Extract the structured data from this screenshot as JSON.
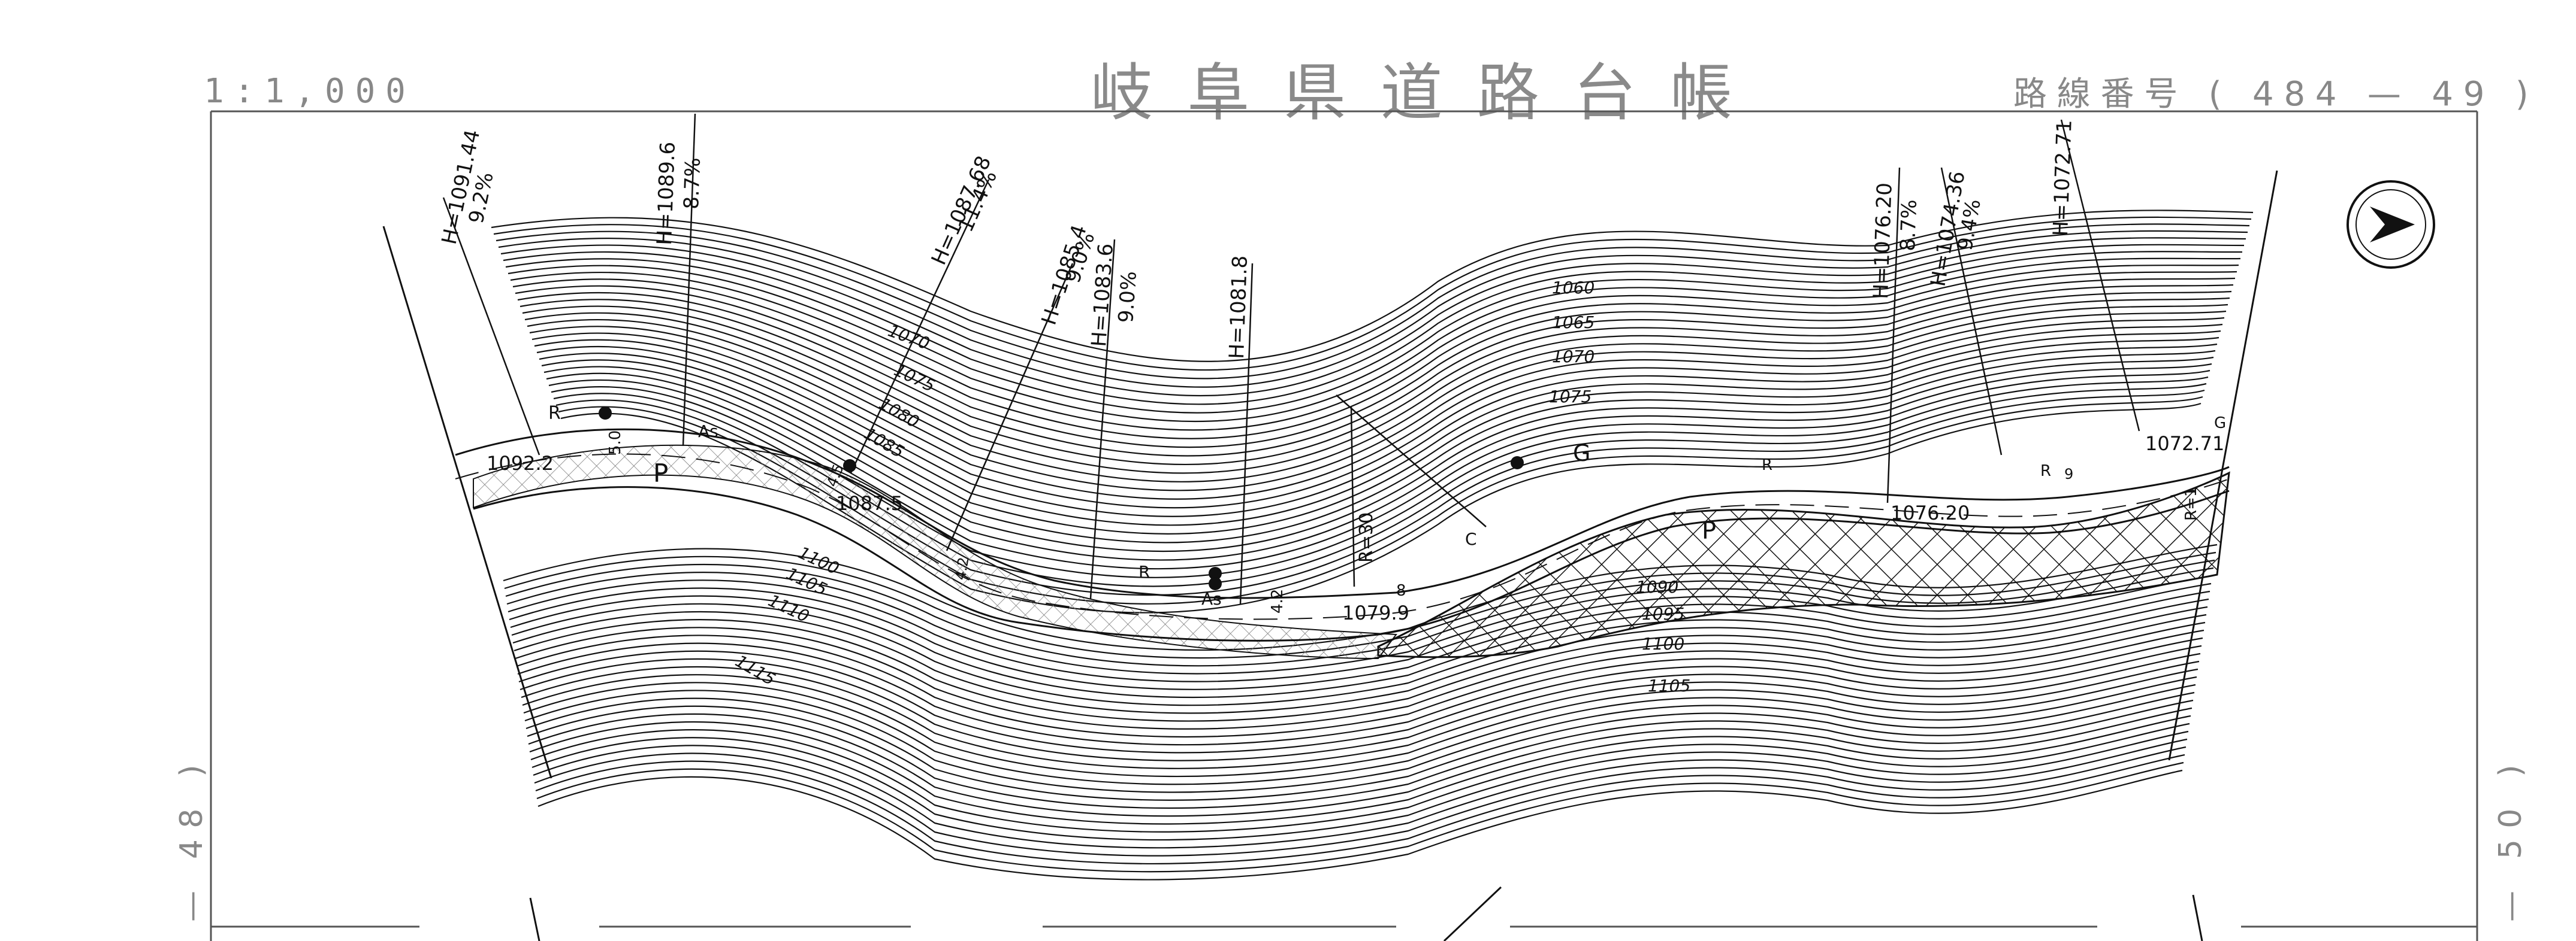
{
  "sheet": {
    "scale": "1:1,000",
    "title": "岐阜県道路台帳",
    "route_number": "路線番号 ( 484 — 49 )",
    "prev_sheet": "— 48 )",
    "next_sheet": "— 50 )"
  },
  "map": {
    "contour_labels": [
      "1060",
      "1065",
      "1070",
      "1075",
      "1070",
      "1075",
      "1080",
      "1085",
      "1090",
      "1095",
      "1100",
      "1105",
      "1100",
      "1105",
      "1110",
      "1115"
    ],
    "grade_labels": [
      {
        "h": "H=1091.44",
        "slope": "9.2%"
      },
      {
        "h": "H=1089.6",
        "slope": "8.7%"
      },
      {
        "h": "H=1087.68",
        "slope": "11.4%"
      },
      {
        "h": "H=1085.4",
        "slope": "9.0%"
      },
      {
        "h": "H=1083.6",
        "slope": "9.0%"
      },
      {
        "h": "H=1081.8",
        "slope": ""
      },
      {
        "h": "H=1076.20",
        "slope": "8.7%"
      },
      {
        "h": "H=1074.36",
        "slope": "9.4%"
      },
      {
        "h": "H=1072.71",
        "slope": ""
      }
    ],
    "elevations": [
      "1092.2",
      "1087.5",
      "1079.9",
      "1076.20",
      "1072.71"
    ],
    "road_symbols": [
      "R",
      "As",
      "P",
      "5.0",
      "4.5",
      "4.2",
      "R",
      "As",
      "4.2",
      "R=30",
      "8",
      "G",
      "C",
      "R",
      "P",
      "9",
      "R",
      "G",
      "R=1"
    ],
    "compass": "north-arrow"
  }
}
